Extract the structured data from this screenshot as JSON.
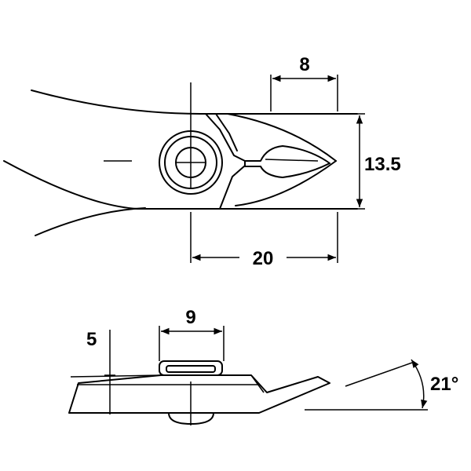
{
  "diagram": {
    "top_view": {
      "dim_tip_length": "8",
      "dim_jaw_height": "13.5",
      "dim_jaw_length": "20"
    },
    "side_view": {
      "dim_pivot_width": "9",
      "dim_thickness": "5",
      "dim_angle": "21°"
    }
  },
  "colors": {
    "ink": "#000000",
    "background": "#ffffff"
  }
}
